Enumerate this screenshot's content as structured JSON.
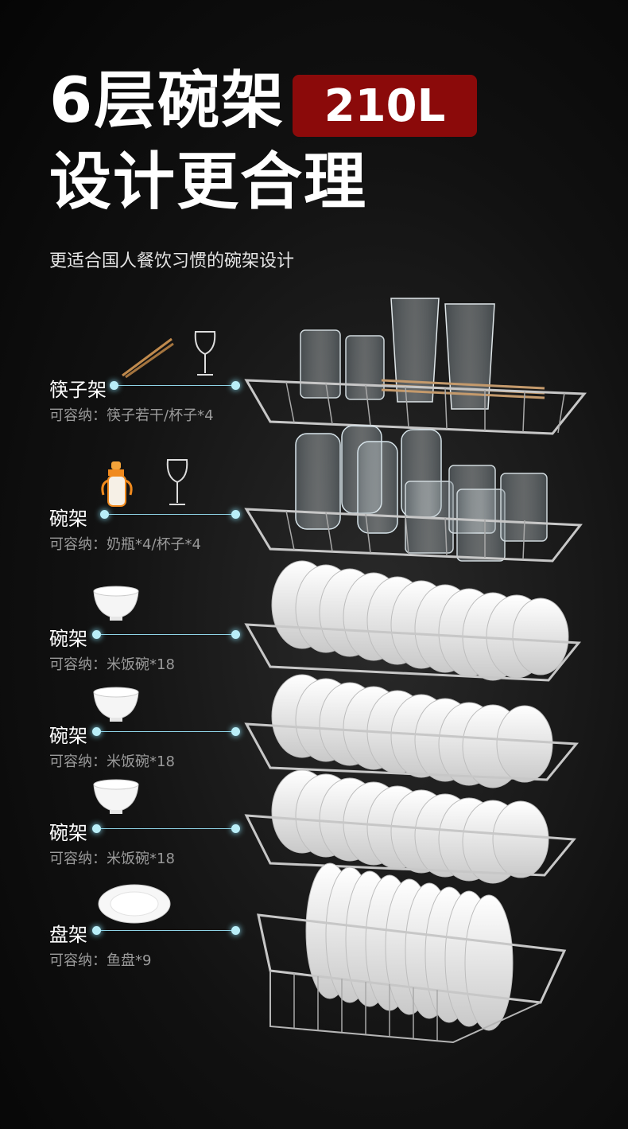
{
  "header": {
    "headline_line1": "6层碗架",
    "badge": "210L",
    "headline_line2": "设计更合理",
    "subtitle": "更适合国人餐饮习惯的碗架设计"
  },
  "tiers": [
    {
      "label": "筷子架",
      "capacity": "可容纳：筷子若干/杯子*4",
      "icons": [
        "chopsticks-icon",
        "wine-glass-icon"
      ]
    },
    {
      "label": "碗架",
      "capacity": "可容纳：奶瓶*4/杯子*4",
      "icons": [
        "baby-bottle-icon",
        "wine-glass-icon"
      ]
    },
    {
      "label": "碗架",
      "capacity": "可容纳：米饭碗*18",
      "icons": [
        "rice-bowl-icon"
      ]
    },
    {
      "label": "碗架",
      "capacity": "可容纳：米饭碗*18",
      "icons": [
        "rice-bowl-icon"
      ]
    },
    {
      "label": "碗架",
      "capacity": "可容纳：米饭碗*18",
      "icons": [
        "rice-bowl-icon"
      ]
    },
    {
      "label": "盘架",
      "capacity": "可容纳：鱼盘*9",
      "icons": [
        "plate-icon"
      ]
    }
  ],
  "colors": {
    "badge": "#8b0a0a",
    "connector": "#8fd3e6",
    "caption": "#9a9a9a"
  }
}
